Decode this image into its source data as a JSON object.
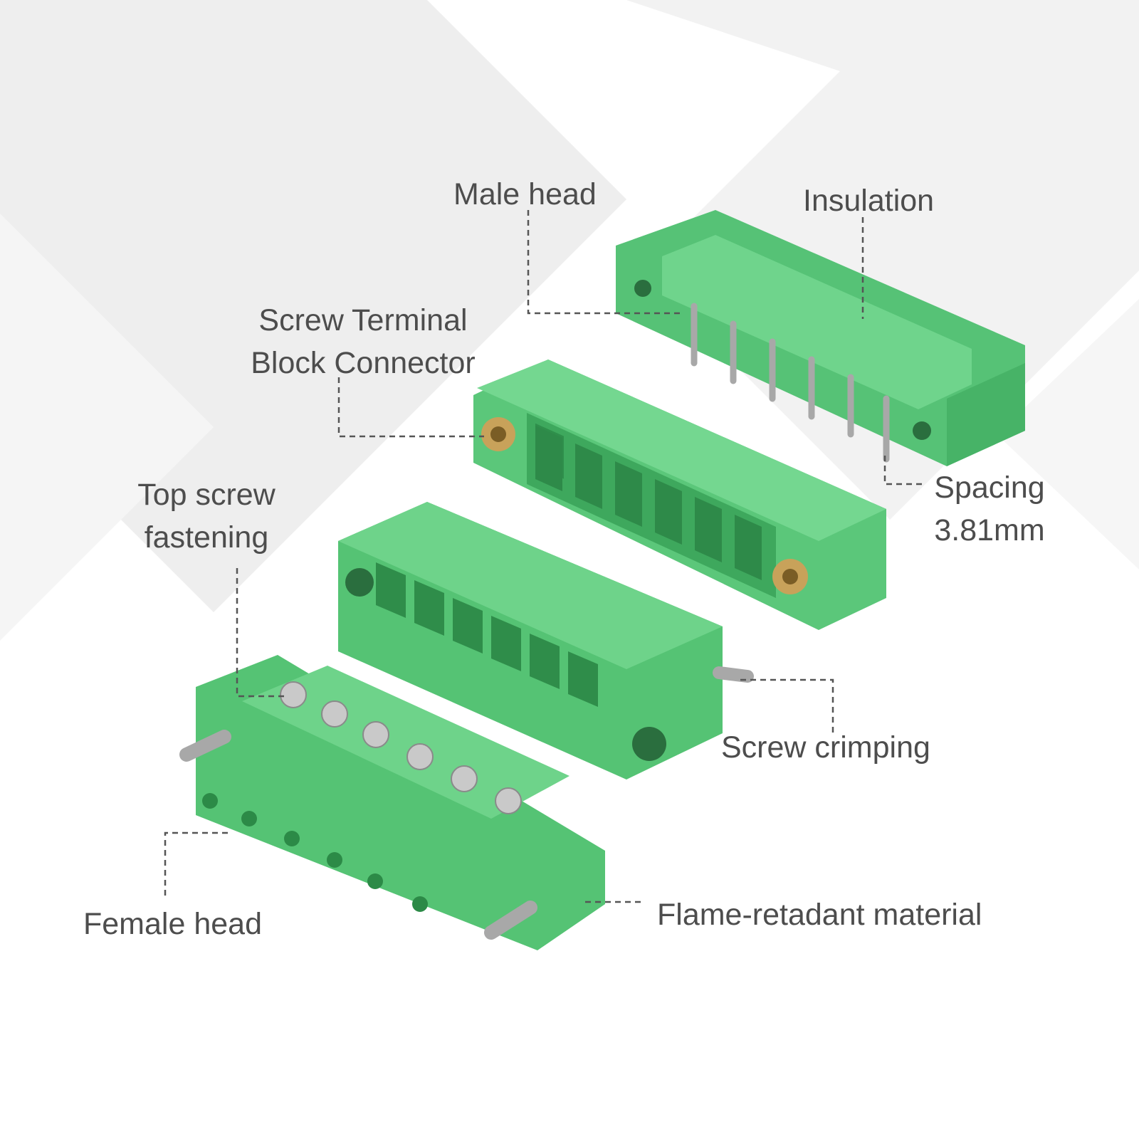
{
  "colors": {
    "plastic": "#5cc97c",
    "plastic_dark": "#3fae5f",
    "plastic_light": "#7fdc98",
    "metal": "#b8b8b8",
    "brass": "#c8a25a",
    "label_text": "#4d4d4d",
    "leader_line": "#555555",
    "background_shape": "#f0f0f0"
  },
  "labels": {
    "male_head": "Male head",
    "insulation": "Insulation",
    "screw_terminal": [
      "Screw Terminal",
      "Block Connector"
    ],
    "spacing": [
      "Spacing",
      "3.81mm"
    ],
    "top_screw": [
      "Top screw",
      "fastening"
    ],
    "screw_crimping": "Screw crimping",
    "female_head": "Female head",
    "flame_retardant": "Flame-retadant material"
  }
}
